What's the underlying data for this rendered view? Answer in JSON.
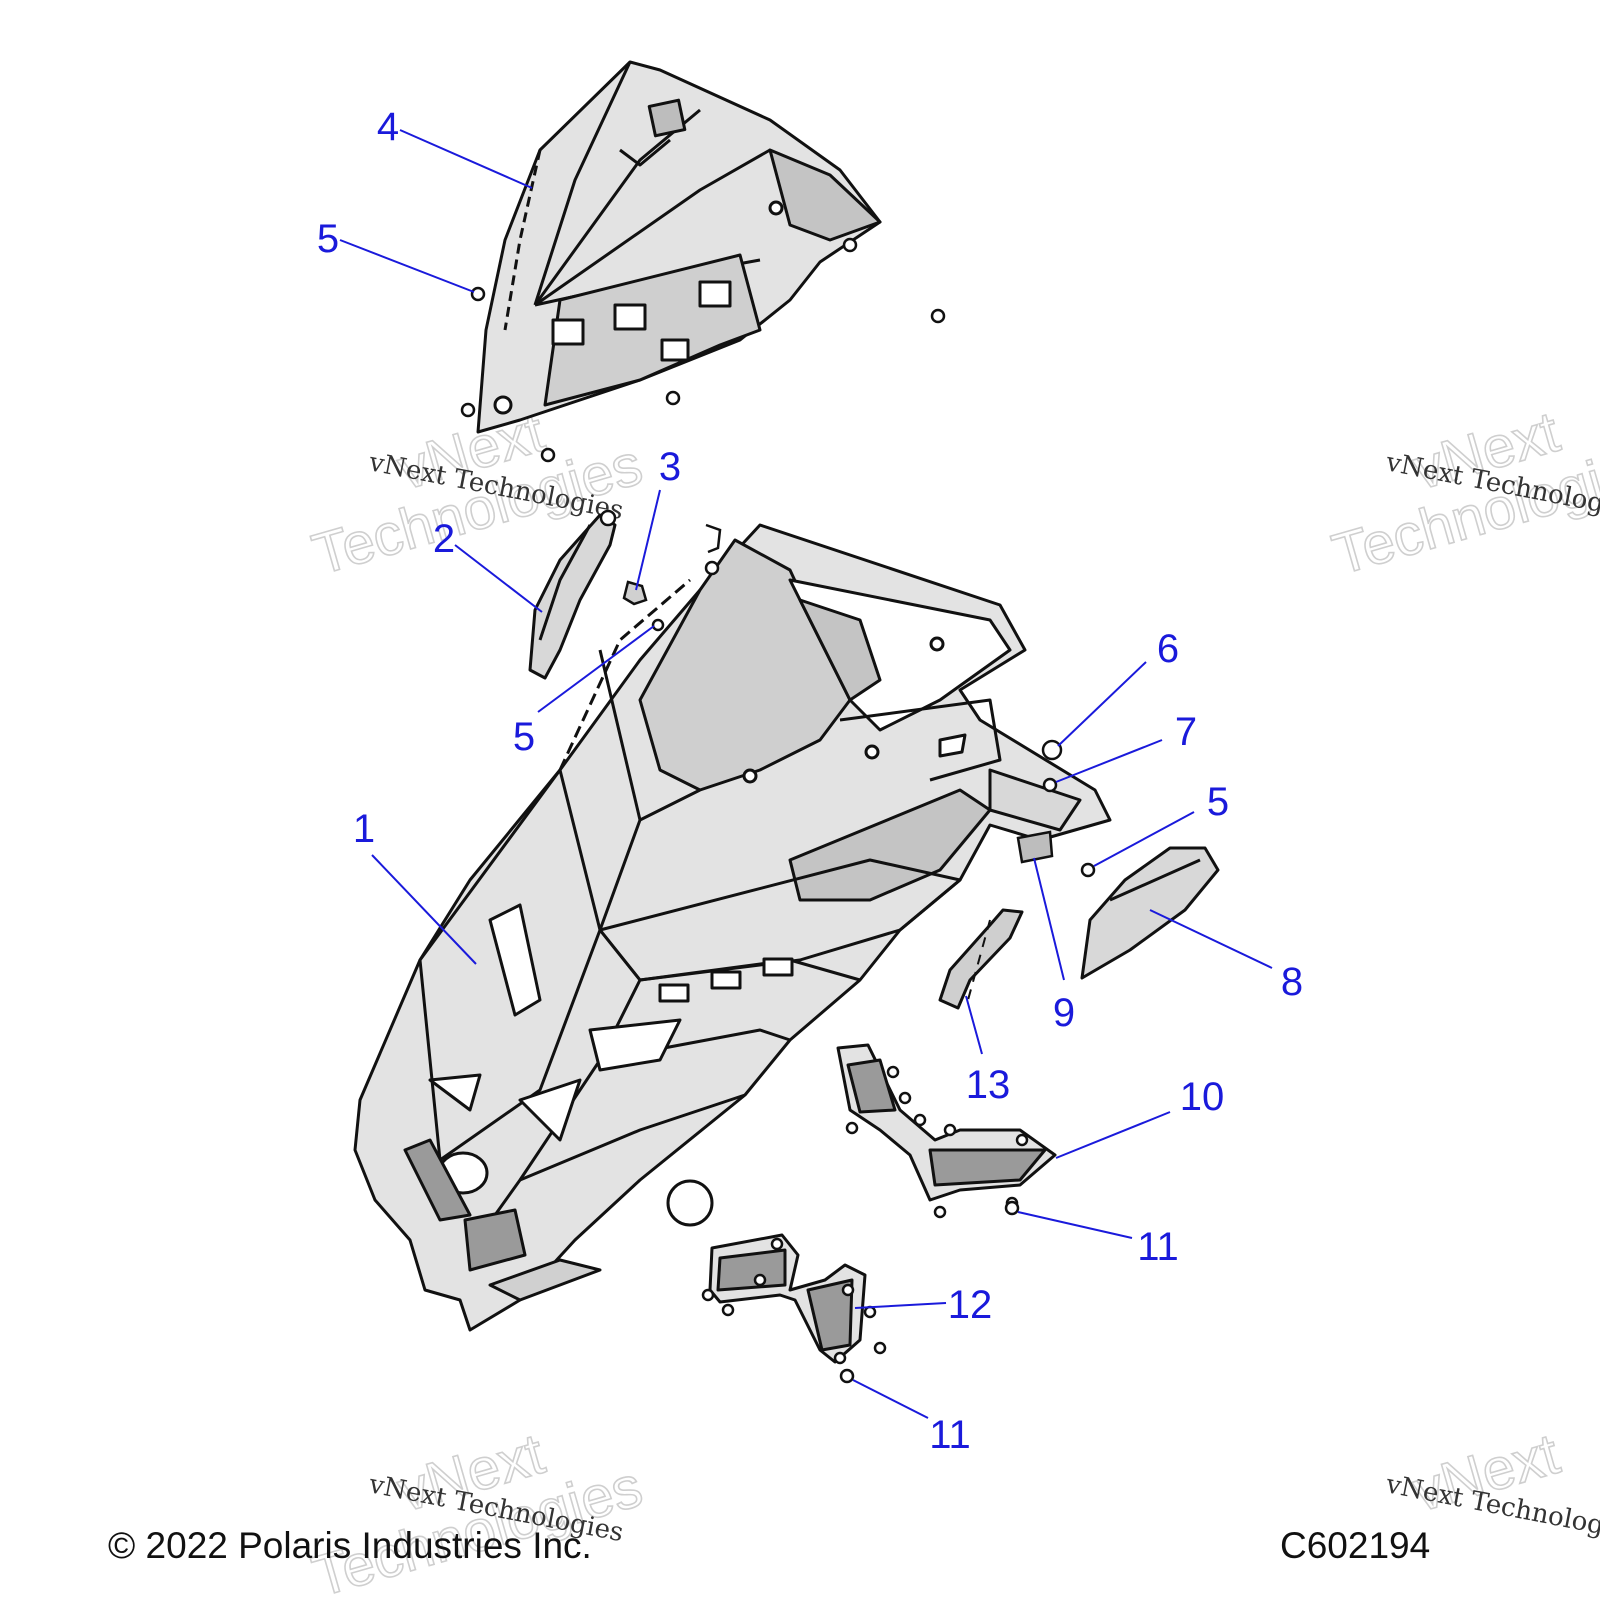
{
  "colors": {
    "callout": "#1a1adb",
    "line": "#111111",
    "fill": "#e3e3e3",
    "shade": "#c4c4c4",
    "watermark": "#cfcfcf"
  },
  "callouts": [
    {
      "label": "4"
    },
    {
      "label": "5"
    },
    {
      "label": "3"
    },
    {
      "label": "2"
    },
    {
      "label": "5"
    },
    {
      "label": "1"
    },
    {
      "label": "6"
    },
    {
      "label": "7"
    },
    {
      "label": "5"
    },
    {
      "label": "8"
    },
    {
      "label": "9"
    },
    {
      "label": "13"
    },
    {
      "label": "10"
    },
    {
      "label": "11"
    },
    {
      "label": "12"
    },
    {
      "label": "11"
    }
  ],
  "watermark": {
    "line": "vNext Technologies",
    "big_top": "vNext",
    "big_bottom": "Technologies"
  },
  "footer": {
    "copyright": "© 2022 Polaris Industries Inc.",
    "drawing_number": "C602194"
  }
}
